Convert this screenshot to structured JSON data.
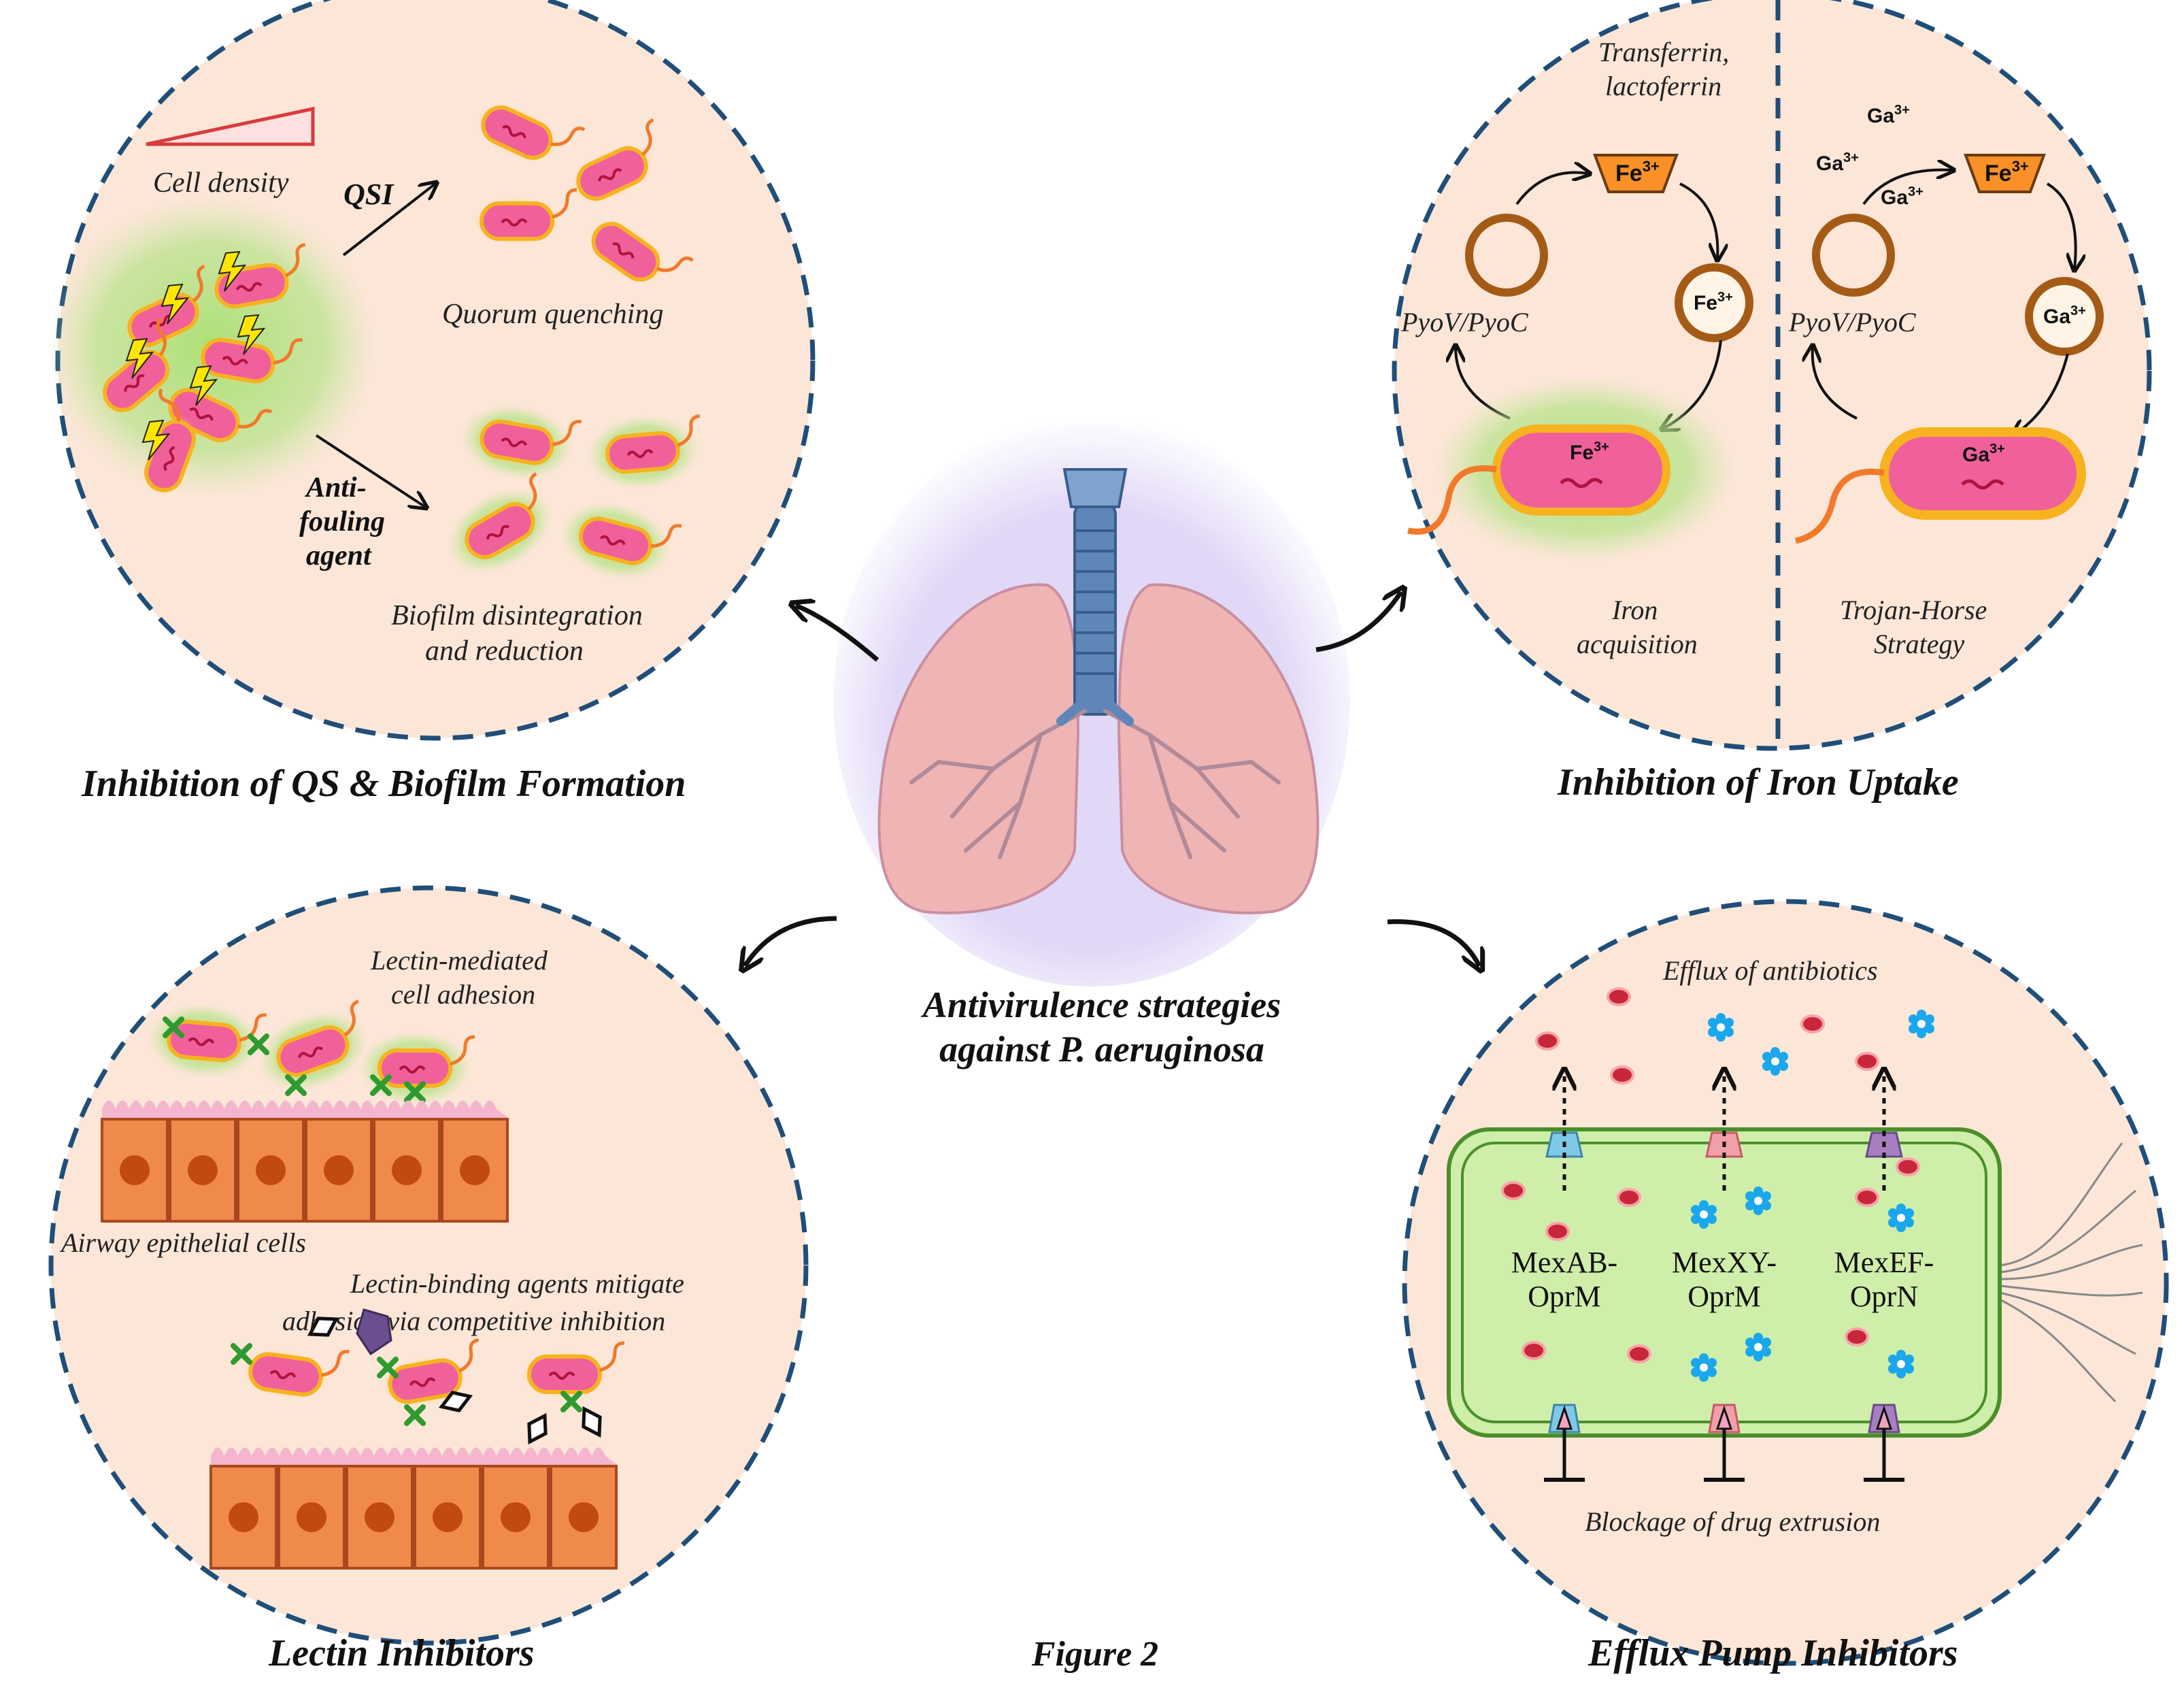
{
  "center": {
    "caption_line1": "Antivirulence strategies",
    "caption_line2": "against P. aeruginosa"
  },
  "figure_label": "Figure 2",
  "qs_panel": {
    "title": "Inhibition of QS & Biofilm Formation",
    "cell_density": "Cell density",
    "qsi": "QSI",
    "quorum_quenching": "Quorum quenching",
    "antifouling_line1": "Anti-",
    "antifouling_line2": "fouling",
    "antifouling_line3": "agent",
    "biofilm_line1": "Biofilm disintegration",
    "biofilm_line2": "and reduction"
  },
  "iron_panel": {
    "title": "Inhibition of Iron Uptake",
    "transferrin_line1": "Transferrin,",
    "transferrin_line2": "lactoferrin",
    "fe_ion": "Fe",
    "ga_ion": "Ga",
    "charge": "3+",
    "pyov_left": "PyoV/PyoC",
    "pyov_right": "PyoV/PyoC",
    "iron_acq_line1": "Iron",
    "iron_acq_line2": "acquisition",
    "trojan_line1": "Trojan-Horse",
    "trojan_line2": "Strategy"
  },
  "lectin_panel": {
    "title": "Lectin Inhibitors",
    "adhesion_line1": "Lectin-mediated",
    "adhesion_line2": "cell adhesion",
    "airway": "Airway epithelial cells",
    "binding_line1": "Lectin-binding agents mitigate",
    "binding_line2": "adhesion via competitive inhibition"
  },
  "efflux_panel": {
    "title": "Efflux Pump Inhibitors",
    "efflux_of_antibiotics": "Efflux of antibiotics",
    "blockage": "Blockage of drug extrusion",
    "pumps": [
      {
        "line1": "MexAB-",
        "line2": "OprM",
        "color": "#7ec8e8"
      },
      {
        "line1": "MexXY-",
        "line2": "OprM",
        "color": "#f2a0a8"
      },
      {
        "line1": "MexEF-",
        "line2": "OprN",
        "color": "#a77fc0"
      }
    ]
  },
  "colors": {
    "circle_fill": "#fbe6d7",
    "circle_border": "#1f4e79",
    "bacterium": "#f0609a",
    "biofilm_glow": "#9bd86a",
    "cell_membrane": "#cfeeaa",
    "drug_red": "#c8263a",
    "drug_blue": "#1aa7ec",
    "epithelium": "#ef8a4b",
    "lung": "#efb4b4",
    "trachea": "#5f86b8"
  }
}
